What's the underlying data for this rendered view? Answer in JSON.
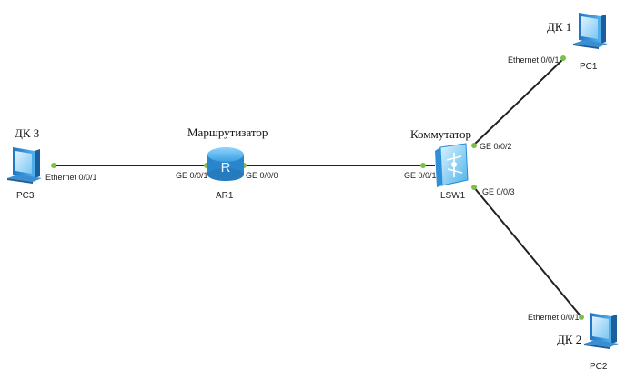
{
  "captions": {
    "pc1": "ДК 1",
    "pc2": "ДК 2",
    "pc3": "ДК 3",
    "router": "Маршрутизатор",
    "switch": "Коммутатор"
  },
  "devices": {
    "pc1": "PC1",
    "pc2": "PC2",
    "pc3": "PC3",
    "router": "AR1",
    "switch": "LSW1",
    "router_glyph": "R"
  },
  "ports": {
    "pc3_eth": "Ethernet 0/0/1",
    "ar1_ge001": "GE 0/0/1",
    "ar1_ge000": "GE 0/0/0",
    "lsw1_ge001": "GE 0/0/1",
    "lsw1_ge002": "GE 0/0/2",
    "lsw1_ge003": "GE 0/0/3",
    "pc1_eth": "Ethernet 0/0/1",
    "pc2_eth": "Ethernet 0/0/1"
  },
  "colors": {
    "link": "#222222",
    "port_dot": "#7ac143",
    "pc_blue": "#2f8fd8",
    "router_blue": "#3a9ee0",
    "switch_blue": "#5cc3f0"
  },
  "icons": {
    "pc": "pc-icon",
    "router": "router-icon",
    "switch": "switch-icon"
  }
}
